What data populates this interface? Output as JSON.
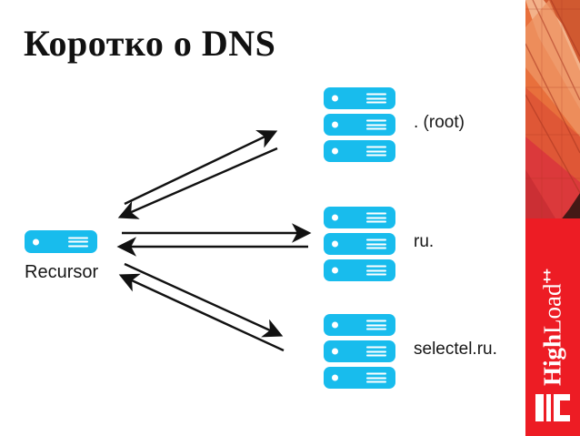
{
  "slide": {
    "title": "Коротко о DNS",
    "background_color": "#ffffff"
  },
  "diagram": {
    "type": "dns-resolution-flow",
    "accent_color": "#18bced",
    "arrow_color": "#111111",
    "nodes": [
      {
        "id": "recursor",
        "label": "Recursor",
        "role": "resolver",
        "units": 1
      },
      {
        "id": "root",
        "label": ". (root)",
        "role": "nameserver",
        "units": 3
      },
      {
        "id": "ru",
        "label": "ru.",
        "role": "nameserver",
        "units": 3
      },
      {
        "id": "selectel",
        "label": "selectel.ru.",
        "role": "nameserver",
        "units": 3
      }
    ],
    "flows": [
      {
        "from": "recursor",
        "to": "root",
        "direction": "query"
      },
      {
        "from": "root",
        "to": "recursor",
        "direction": "response"
      },
      {
        "from": "recursor",
        "to": "ru",
        "direction": "query"
      },
      {
        "from": "ru",
        "to": "recursor",
        "direction": "response"
      },
      {
        "from": "recursor",
        "to": "selectel",
        "direction": "query"
      },
      {
        "from": "selectel",
        "to": "recursor",
        "direction": "response"
      }
    ]
  },
  "sidebar": {
    "brand": {
      "high": "High",
      "load": "Load",
      "plus": "++"
    },
    "band_color": "#ed1c24",
    "art_colors": [
      "#f3b183",
      "#e2703a",
      "#d6452f",
      "#cf2232"
    ]
  }
}
